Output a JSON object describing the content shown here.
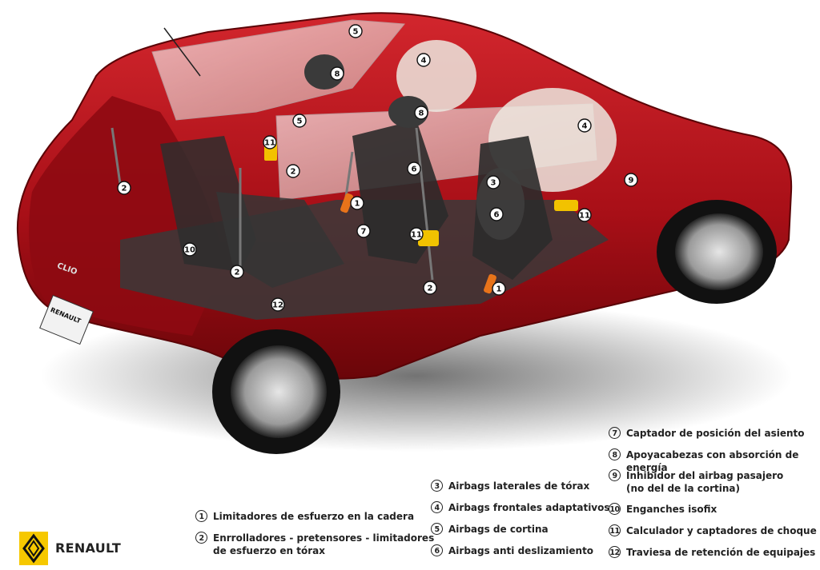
{
  "brand": {
    "name": "RENAULT",
    "logo_icon": "renault-diamond-icon",
    "logo_bg": "#f6c800"
  },
  "colors": {
    "body_red": "#c0141c",
    "airbag": "#e8e4da",
    "sensor_yellow": "#f2c200",
    "limiter_orange": "#e8731a"
  },
  "vehicle": {
    "plate_text": "RENAULT",
    "model_badge": "CLIO"
  },
  "callouts": [
    "5",
    "4",
    "8",
    "8",
    "5",
    "4",
    "11",
    "2",
    "6",
    "3",
    "1",
    "2",
    "7",
    "11",
    "6",
    "11",
    "10",
    "2",
    "9",
    "2",
    "1",
    "12"
  ],
  "legend": [
    {
      "num": "1",
      "text": "Limitadores de esfuerzo en la cadera"
    },
    {
      "num": "2",
      "text": "Enrrolladores - pretensores - limitadores\nde esfuerzo en tórax"
    },
    {
      "num": "3",
      "text": "Airbags laterales de tórax"
    },
    {
      "num": "4",
      "text": "Airbags frontales adaptativos"
    },
    {
      "num": "5",
      "text": "Airbags de cortina"
    },
    {
      "num": "6",
      "text": "Airbags anti deslizamiento"
    },
    {
      "num": "7",
      "text": "Captador de posición del asiento"
    },
    {
      "num": "8",
      "text": "Apoyacabezas con absorción de energía"
    },
    {
      "num": "9",
      "text": "Inhibidor del airbag pasajero\n(no del de la cortina)"
    },
    {
      "num": "10",
      "text": "Enganches isofix"
    },
    {
      "num": "11",
      "text": "Calculador y captadores de choque"
    },
    {
      "num": "12",
      "text": "Traviesa de retención de equipajes"
    }
  ]
}
